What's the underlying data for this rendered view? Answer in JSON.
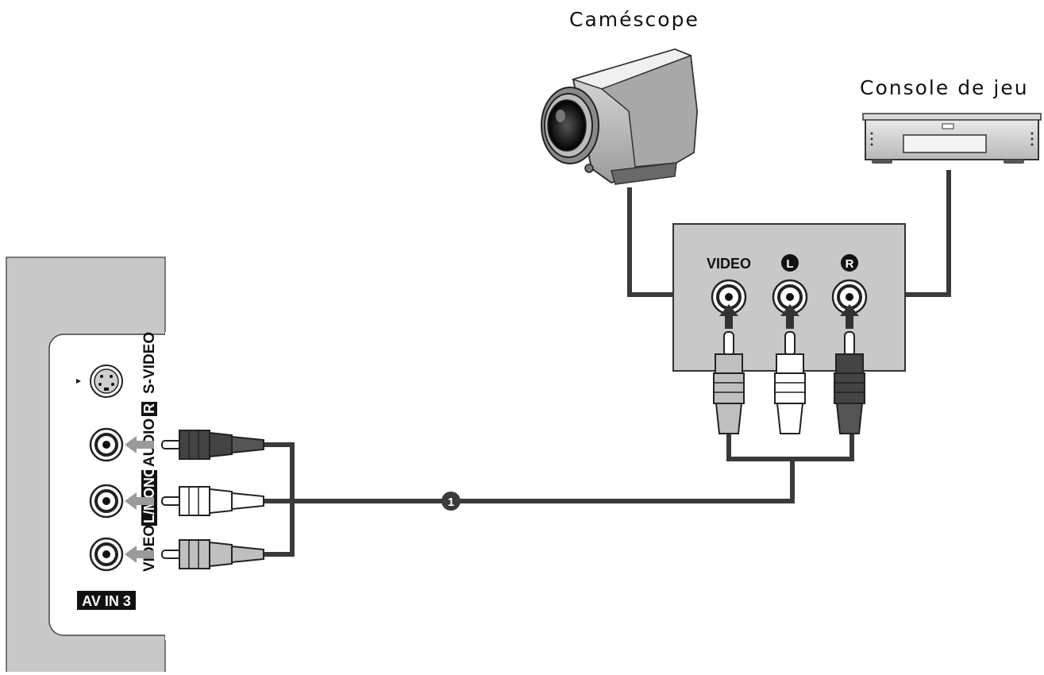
{
  "camcorder": {
    "title": "Caméscope",
    "icon": "camcorder-icon"
  },
  "game_console": {
    "title": "Console de jeu",
    "icon": "game-console-icon"
  },
  "source_panel": {
    "jack_labels": [
      "VIDEO",
      "L",
      "R"
    ]
  },
  "tv_panel": {
    "input_name": "AV IN 3",
    "svideo_label": "S-VIDEO",
    "audio_r_label": "R",
    "audio_l_mono_label": "L/MONO",
    "audio_label": "AUDIO",
    "video_label": "VIDEO"
  },
  "cable": {
    "step_number": "1"
  },
  "colors": {
    "panel_gray": "#c8c8c8",
    "cable_dark": "#3a3a3a",
    "plug_dark": "#444444",
    "plug_white": "#ffffff",
    "plug_gray": "#bfbfbf",
    "arrow_gray": "#9a9a9a"
  }
}
